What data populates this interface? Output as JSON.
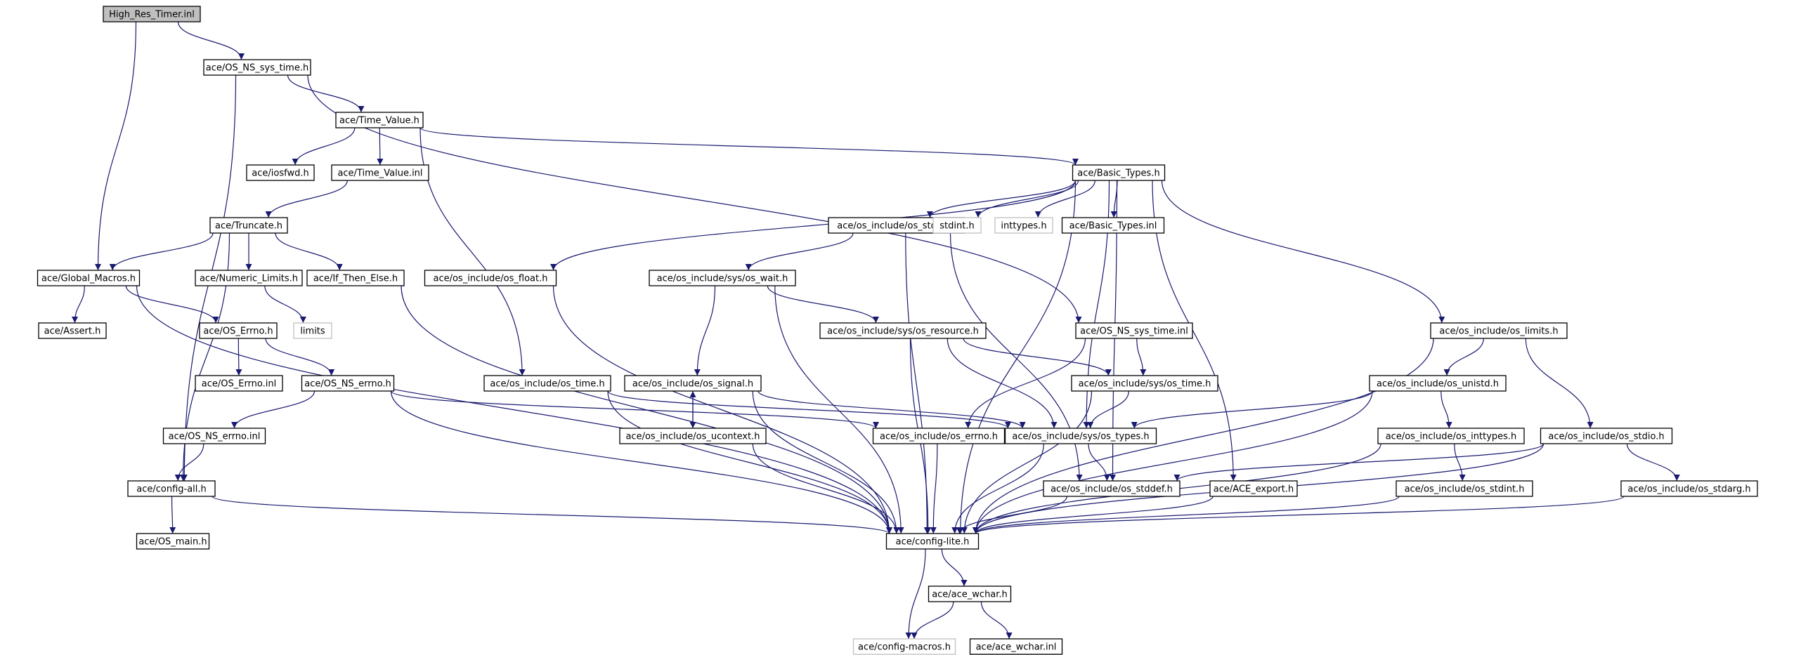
{
  "colors": {
    "edge": "#191970",
    "root_fill": "#bfbfbf",
    "node_border": "#000000",
    "external_border": "#bfbfbf",
    "background": "#ffffff"
  },
  "nodes": [
    {
      "id": "root",
      "label": "High_Res_Timer.inl",
      "kind": "root"
    },
    {
      "id": "os_ns_sys_time_h",
      "label": "ace/OS_NS_sys_time.h"
    },
    {
      "id": "time_value_h",
      "label": "ace/Time_Value.h"
    },
    {
      "id": "iosfwd_h",
      "label": "ace/iosfwd.h"
    },
    {
      "id": "time_value_inl",
      "label": "ace/Time_Value.inl"
    },
    {
      "id": "basic_types_h",
      "label": "ace/Basic_Types.h"
    },
    {
      "id": "truncate_h",
      "label": "ace/Truncate.h"
    },
    {
      "id": "os_stdlib_h",
      "label": "ace/os_include/os_stdlib.h"
    },
    {
      "id": "stdint_h",
      "label": "stdint.h",
      "kind": "external"
    },
    {
      "id": "inttypes_h",
      "label": "inttypes.h",
      "kind": "external"
    },
    {
      "id": "basic_types_inl",
      "label": "ace/Basic_Types.inl"
    },
    {
      "id": "global_macros_h",
      "label": "ace/Global_Macros.h"
    },
    {
      "id": "numeric_limits_h",
      "label": "ace/Numeric_Limits.h"
    },
    {
      "id": "if_then_else_h",
      "label": "ace/If_Then_Else.h"
    },
    {
      "id": "os_float_h",
      "label": "ace/os_include/os_float.h"
    },
    {
      "id": "os_wait_h",
      "label": "ace/os_include/sys/os_wait.h"
    },
    {
      "id": "assert_h",
      "label": "ace/Assert.h"
    },
    {
      "id": "os_errno_ace_h",
      "label": "ace/OS_Errno.h"
    },
    {
      "id": "limits",
      "label": "limits",
      "kind": "external"
    },
    {
      "id": "os_resource_h",
      "label": "ace/os_include/sys/os_resource.h"
    },
    {
      "id": "os_ns_sys_time_inl",
      "label": "ace/OS_NS_sys_time.inl"
    },
    {
      "id": "os_limits_h",
      "label": "ace/os_include/os_limits.h"
    },
    {
      "id": "os_errno_inl",
      "label": "ace/OS_Errno.inl"
    },
    {
      "id": "os_ns_errno_h",
      "label": "ace/OS_NS_errno.h"
    },
    {
      "id": "os_time_h",
      "label": "ace/os_include/os_time.h"
    },
    {
      "id": "os_signal_h",
      "label": "ace/os_include/os_signal.h"
    },
    {
      "id": "sys_os_time_h",
      "label": "ace/os_include/sys/os_time.h"
    },
    {
      "id": "os_unistd_h",
      "label": "ace/os_include/os_unistd.h"
    },
    {
      "id": "os_ns_errno_inl",
      "label": "ace/OS_NS_errno.inl"
    },
    {
      "id": "os_ucontext_h",
      "label": "ace/os_include/os_ucontext.h"
    },
    {
      "id": "os_include_errno_h",
      "label": "ace/os_include/os_errno.h"
    },
    {
      "id": "os_types_h",
      "label": "ace/os_include/sys/os_types.h"
    },
    {
      "id": "os_inttypes_h",
      "label": "ace/os_include/os_inttypes.h"
    },
    {
      "id": "os_stdio_h",
      "label": "ace/os_include/os_stdio.h"
    },
    {
      "id": "config_all_h",
      "label": "ace/config-all.h"
    },
    {
      "id": "os_stddef_h",
      "label": "ace/os_include/os_stddef.h"
    },
    {
      "id": "ace_export_h",
      "label": "ace/ACE_export.h"
    },
    {
      "id": "os_stdint_h",
      "label": "ace/os_include/os_stdint.h"
    },
    {
      "id": "os_stdarg_h",
      "label": "ace/os_include/os_stdarg.h"
    },
    {
      "id": "os_main_h",
      "label": "ace/OS_main.h"
    },
    {
      "id": "config_lite_h",
      "label": "ace/config-lite.h"
    },
    {
      "id": "ace_wchar_h",
      "label": "ace/ace_wchar.h"
    },
    {
      "id": "config_macros_h",
      "label": "ace/config-macros.h",
      "kind": "external"
    },
    {
      "id": "ace_wchar_inl",
      "label": "ace/ace_wchar.inl"
    }
  ],
  "edges": [
    [
      "root",
      "os_ns_sys_time_h"
    ],
    [
      "root",
      "global_macros_h"
    ],
    [
      "os_ns_sys_time_h",
      "time_value_h"
    ],
    [
      "os_ns_sys_time_h",
      "os_ns_sys_time_inl"
    ],
    [
      "os_ns_sys_time_h",
      "config_all_h"
    ],
    [
      "time_value_h",
      "iosfwd_h"
    ],
    [
      "time_value_h",
      "time_value_inl"
    ],
    [
      "time_value_h",
      "basic_types_h"
    ],
    [
      "time_value_h",
      "os_time_h"
    ],
    [
      "time_value_inl",
      "truncate_h"
    ],
    [
      "truncate_h",
      "global_macros_h"
    ],
    [
      "truncate_h",
      "numeric_limits_h"
    ],
    [
      "truncate_h",
      "if_then_else_h"
    ],
    [
      "truncate_h",
      "config_all_h"
    ],
    [
      "basic_types_h",
      "os_stdlib_h"
    ],
    [
      "basic_types_h",
      "stdint_h"
    ],
    [
      "basic_types_h",
      "inttypes_h"
    ],
    [
      "basic_types_h",
      "basic_types_inl"
    ],
    [
      "basic_types_h",
      "os_float_h"
    ],
    [
      "basic_types_h",
      "os_limits_h"
    ],
    [
      "basic_types_h",
      "os_types_h"
    ],
    [
      "basic_types_h",
      "os_stddef_h"
    ],
    [
      "basic_types_h",
      "ace_export_h"
    ],
    [
      "basic_types_h",
      "config_lite_h"
    ],
    [
      "os_stdlib_h",
      "os_wait_h"
    ],
    [
      "os_stdlib_h",
      "os_stddef_h"
    ],
    [
      "os_stdlib_h",
      "config_lite_h"
    ],
    [
      "global_macros_h",
      "assert_h"
    ],
    [
      "global_macros_h",
      "os_errno_ace_h"
    ],
    [
      "global_macros_h",
      "config_lite_h"
    ],
    [
      "numeric_limits_h",
      "limits"
    ],
    [
      "if_then_else_h",
      "config_lite_h"
    ],
    [
      "os_float_h",
      "config_lite_h"
    ],
    [
      "os_wait_h",
      "os_resource_h"
    ],
    [
      "os_wait_h",
      "os_signal_h"
    ],
    [
      "os_wait_h",
      "config_lite_h"
    ],
    [
      "os_errno_ace_h",
      "os_errno_inl"
    ],
    [
      "os_errno_ace_h",
      "os_ns_errno_h"
    ],
    [
      "os_resource_h",
      "sys_os_time_h"
    ],
    [
      "os_resource_h",
      "os_types_h"
    ],
    [
      "os_resource_h",
      "config_lite_h"
    ],
    [
      "os_ns_sys_time_inl",
      "sys_os_time_h"
    ],
    [
      "os_ns_sys_time_inl",
      "os_include_errno_h"
    ],
    [
      "os_limits_h",
      "os_unistd_h"
    ],
    [
      "os_limits_h",
      "os_stdio_h"
    ],
    [
      "os_limits_h",
      "config_lite_h"
    ],
    [
      "os_ns_errno_h",
      "os_ns_errno_inl"
    ],
    [
      "os_ns_errno_h",
      "os_include_errno_h"
    ],
    [
      "os_ns_errno_h",
      "config_lite_h"
    ],
    [
      "os_time_h",
      "os_types_h"
    ],
    [
      "os_time_h",
      "config_lite_h"
    ],
    [
      "os_signal_h",
      "os_ucontext_h"
    ],
    [
      "os_signal_h",
      "os_types_h"
    ],
    [
      "os_signal_h",
      "config_lite_h"
    ],
    [
      "sys_os_time_h",
      "os_types_h"
    ],
    [
      "sys_os_time_h",
      "config_lite_h"
    ],
    [
      "os_unistd_h",
      "os_types_h"
    ],
    [
      "os_unistd_h",
      "os_inttypes_h"
    ],
    [
      "os_unistd_h",
      "config_lite_h"
    ],
    [
      "os_ns_errno_inl",
      "config_all_h"
    ],
    [
      "os_ucontext_h",
      "os_signal_h"
    ],
    [
      "os_ucontext_h",
      "config_lite_h"
    ],
    [
      "os_include_errno_h",
      "config_lite_h"
    ],
    [
      "os_types_h",
      "os_stddef_h"
    ],
    [
      "os_types_h",
      "config_lite_h"
    ],
    [
      "os_inttypes_h",
      "os_stdint_h"
    ],
    [
      "os_inttypes_h",
      "config_lite_h"
    ],
    [
      "os_stdio_h",
      "os_stdarg_h"
    ],
    [
      "os_stdio_h",
      "os_stddef_h"
    ],
    [
      "os_stdio_h",
      "config_lite_h"
    ],
    [
      "config_all_h",
      "os_main_h"
    ],
    [
      "config_all_h",
      "config_lite_h"
    ],
    [
      "os_stddef_h",
      "config_lite_h"
    ],
    [
      "ace_export_h",
      "config_lite_h"
    ],
    [
      "os_stdint_h",
      "config_lite_h"
    ],
    [
      "os_stdarg_h",
      "config_lite_h"
    ],
    [
      "config_lite_h",
      "ace_wchar_h"
    ],
    [
      "config_lite_h",
      "config_macros_h"
    ],
    [
      "ace_wchar_h",
      "config_macros_h"
    ],
    [
      "ace_wchar_h",
      "ace_wchar_inl"
    ]
  ]
}
